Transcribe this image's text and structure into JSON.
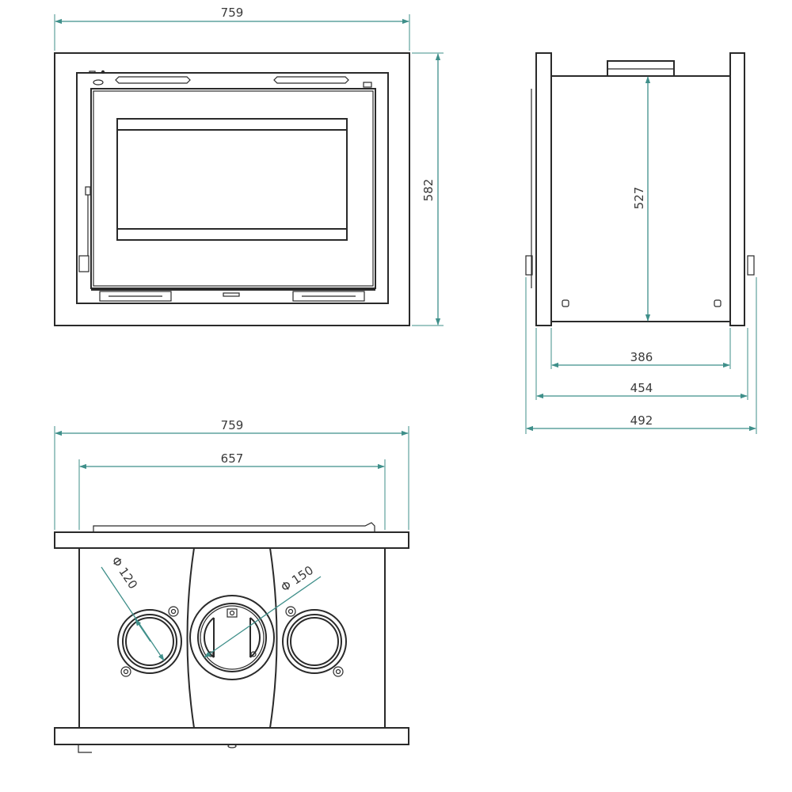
{
  "front_view": {
    "dim_width": "759",
    "dim_height": "582"
  },
  "side_view": {
    "dim_height": "527",
    "dim_depth_body": "386",
    "dim_depth_mid": "454",
    "dim_depth_overall": "492"
  },
  "top_view": {
    "dim_width": "759",
    "dim_inner_width": "657",
    "dim_outlet_small": "Φ 120",
    "dim_outlet_large": "Φ 150"
  },
  "colors": {
    "dimension_line": "#3f8f8a",
    "outline": "#2a2a2a"
  }
}
